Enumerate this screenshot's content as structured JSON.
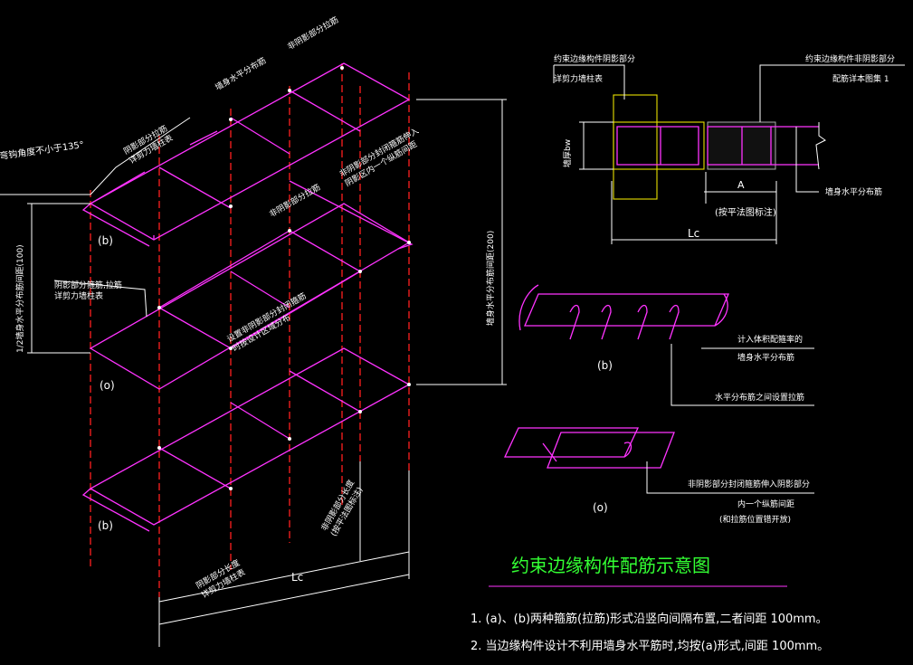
{
  "title": "约束边缘构件配筋示意图",
  "notes": [
    "1. (a)、(b)两种箍筋(拉筋)形式沿竖向间隔布置,二者间距 100mm。",
    "2. 当边缘构件设计不利用墙身水平筋时,均按(a)形式,间距 100mm。"
  ],
  "iso": {
    "hook135": "弯钩角度不小于135°",
    "label_b_top": "(b)",
    "label_a": "(o)",
    "label_b_bottom": "(b)",
    "callout_top_left": [
      "阴影部分拉筋",
      "详剪力墙柱表"
    ],
    "callout_top_mid": "墙身水平分布筋",
    "callout_top_right": "非阴影部分拉筋",
    "callout_mid_right1": [
      "非阴影部分封闭箍筋伸入",
      "阴影区内一个纵筋间距"
    ],
    "callout_mid_right2": "非阴影部分拉筋",
    "callout_left_mid": [
      "阴影部分箍筋,拉筋",
      "详剪力墙柱表"
    ],
    "callout_center": [
      "设置非阴影部分封闭箍筋",
      "时按设计区域分布"
    ],
    "left_dim": "1/2墙身水平分布筋间距(100)",
    "right_dim": "墙身水平分布筋间距(200)",
    "bottom_left": [
      "阴影部分长度",
      "详剪力墙柱表"
    ],
    "bottom_right": [
      "非阴影部分长度",
      "(按平法图标注)"
    ],
    "lc": "Lc"
  },
  "plan": {
    "top_left": [
      "约束边缘构件阴影部分",
      "详剪力墙柱表"
    ],
    "top_right": [
      "约束边缘构件非阴影部分",
      "配筋详本图集 1"
    ],
    "wall_thickness": "墙厚bw",
    "right_label": "墙身水平分布筋",
    "a_label": "A",
    "a_note": "(按平法图标注)",
    "lc": "Lc"
  },
  "detail_b": {
    "label": "(b)",
    "note1": [
      "计入体积配箍率的",
      "墙身水平分布筋"
    ],
    "note2": "水平分布筋之间设置拉筋"
  },
  "detail_a": {
    "label": "(o)",
    "note": [
      "非阴影部分封闭箍筋伸入阴影部分",
      "内一个纵筋间距",
      "(和拉筋位置错开放)"
    ]
  },
  "colors": {
    "rebar": "#ff33ff",
    "column": "#ff2020",
    "title": "#33ff33",
    "text": "#ffffff",
    "hatch": "#e8e000"
  }
}
